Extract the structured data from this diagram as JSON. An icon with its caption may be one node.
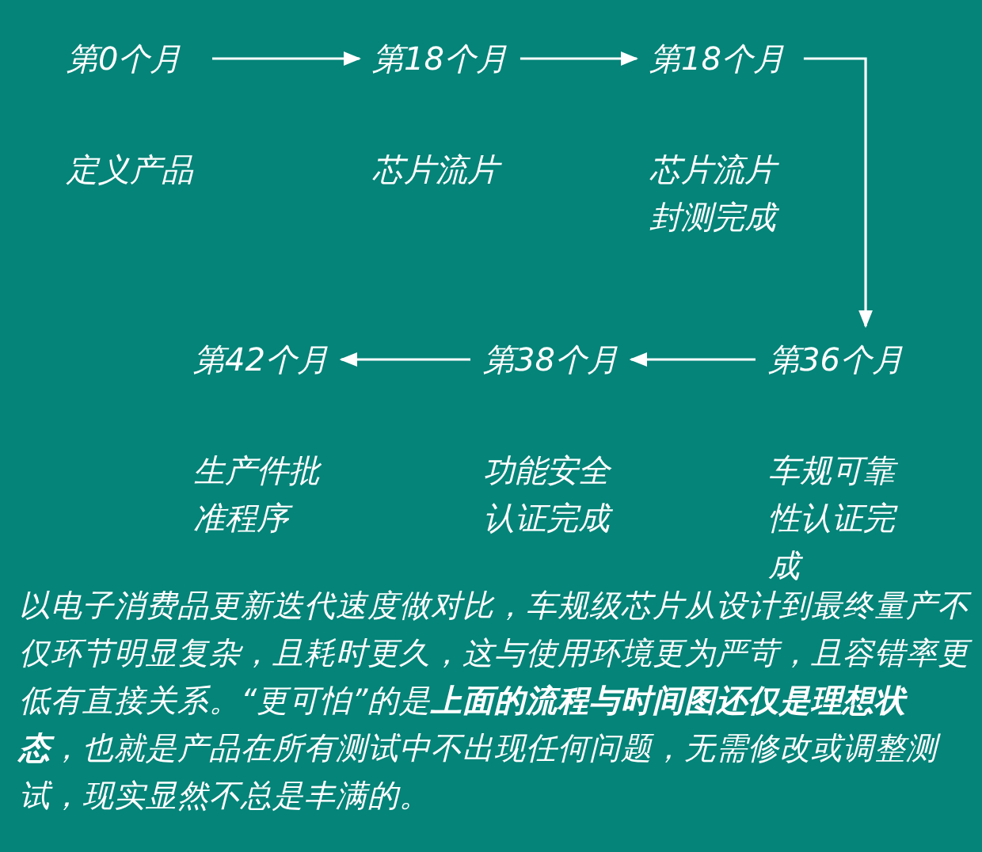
{
  "diagram": {
    "nodes": [
      {
        "text": [
          "第0个月",
          "定义产品"
        ]
      },
      {
        "text": [
          "第18个月",
          "芯片流片"
        ]
      },
      {
        "text": [
          "第18个月",
          "芯片流片封测完成"
        ]
      },
      {
        "text": [
          "第36个月",
          "车规可靠性认证完成"
        ]
      },
      {
        "text": [
          "第38个月",
          "功能安全认证完成"
        ]
      },
      {
        "text": [
          "第42个月",
          "生产件批准程序"
        ]
      }
    ],
    "edges": [
      {
        "from": 0,
        "to": 1,
        "arrow": "to"
      },
      {
        "from": 1,
        "to": 2,
        "arrow": "to"
      },
      {
        "from": 2,
        "to": 3,
        "arrow": "to"
      },
      {
        "from": 3,
        "to": 4,
        "arrow": "to"
      },
      {
        "from": 4,
        "to": 5,
        "arrow": "to"
      }
    ],
    "labels": [
      "以电子消费品更新迭代速度做对比，车规级芯片从设计到最终量产不仅环节明显复杂，且耗时更久，这与使用环境更为严苛，且容错率更低有直接关系。“更可怕”的是**上面的流程与时间图还仅是理想状态**，也就是产品在所有测试中不出现任何问题，无需修改或调整测试，现实显然不总是丰满的。"
    ]
  }
}
